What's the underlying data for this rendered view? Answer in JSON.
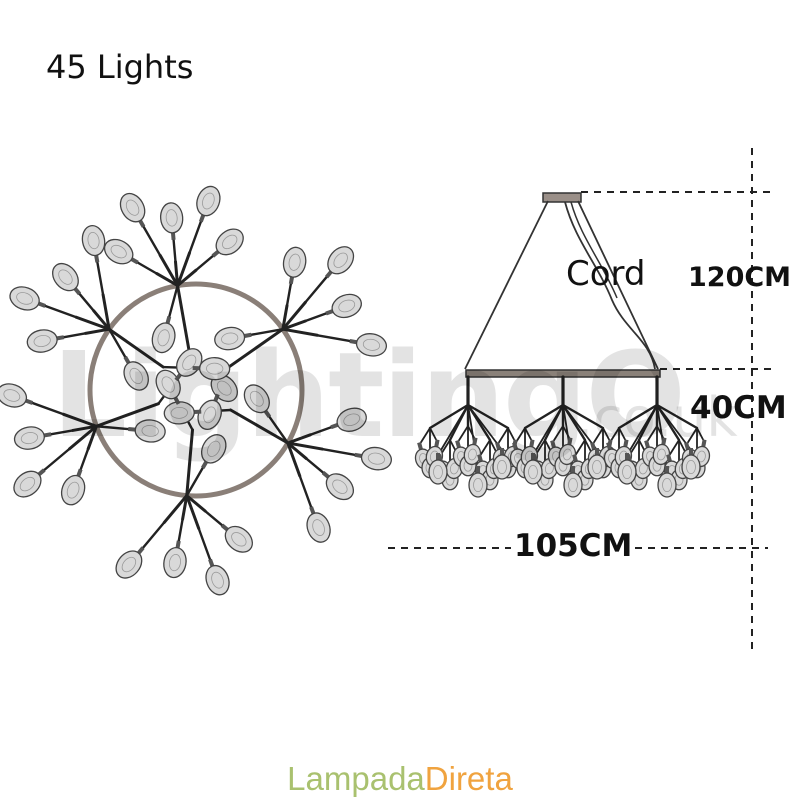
{
  "title": "45 Lights",
  "labels": {
    "cord": "Cord",
    "height_total": "120CM",
    "height_fixture": "40CM",
    "width": "105CM"
  },
  "watermark": {
    "main": "LightingO",
    "suffix": ".co.uk"
  },
  "brand": {
    "part1": "Lampada",
    "part2": "Direta",
    "color1": "#a9c16f",
    "color2": "#f0a33f"
  },
  "colors": {
    "line": "#222222",
    "ring": "#8a7f78",
    "bulb_fill": "#d9d9d9",
    "bulb_stroke": "#444444"
  }
}
